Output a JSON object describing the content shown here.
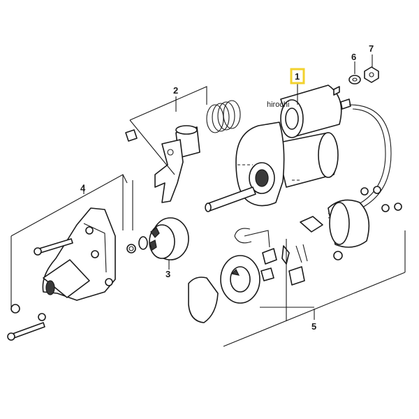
{
  "callouts": {
    "c1": "1",
    "c2": "2",
    "c3": "3",
    "c4": "4",
    "c5": "5",
    "c6": "6",
    "c7": "7"
  },
  "watermark": "hirochi",
  "highlight_color": "#f2d22e"
}
